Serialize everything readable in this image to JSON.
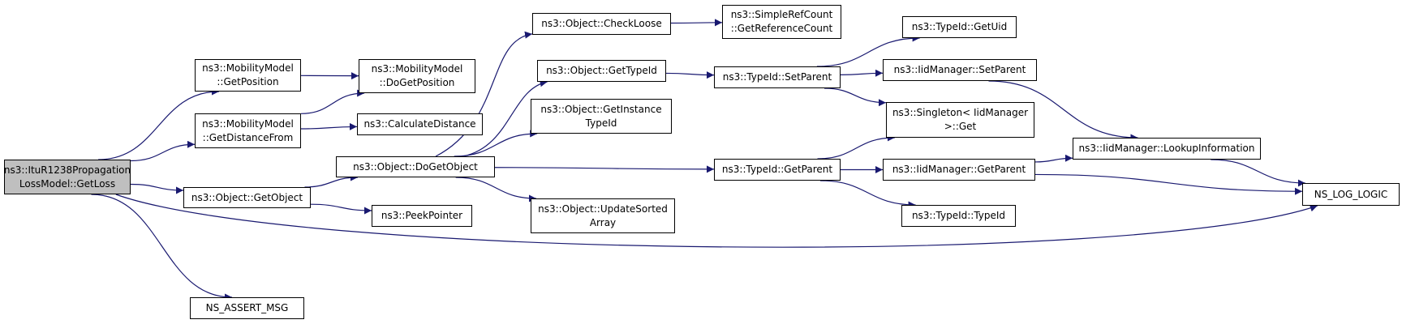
{
  "colors": {
    "edge": "#191970",
    "border": "#000000",
    "root_fill": "#bfbfbf",
    "node_fill": "#ffffff"
  },
  "nodes": [
    {
      "id": "getloss",
      "lines": [
        "ns3::ItuR1238Propagation",
        "LossModel::GetLoss"
      ],
      "root": true
    },
    {
      "id": "getposition",
      "lines": [
        "ns3::MobilityModel",
        "::GetPosition"
      ]
    },
    {
      "id": "getdistfrom",
      "lines": [
        "ns3::MobilityModel",
        "::GetDistanceFrom"
      ]
    },
    {
      "id": "getobject",
      "lines": [
        "ns3::Object::GetObject"
      ]
    },
    {
      "id": "assertmsg",
      "lines": [
        "NS_ASSERT_MSG"
      ]
    },
    {
      "id": "dogetposition",
      "lines": [
        "ns3::MobilityModel",
        "::DoGetPosition"
      ]
    },
    {
      "id": "calcdist",
      "lines": [
        "ns3::CalculateDistance"
      ]
    },
    {
      "id": "dogetobject",
      "lines": [
        "ns3::Object::DoGetObject"
      ]
    },
    {
      "id": "peekpointer",
      "lines": [
        "ns3::PeekPointer"
      ]
    },
    {
      "id": "checkloose",
      "lines": [
        "ns3::Object::CheckLoose"
      ]
    },
    {
      "id": "gettypeid",
      "lines": [
        "ns3::Object::GetTypeId"
      ]
    },
    {
      "id": "getinsttypeid",
      "lines": [
        "ns3::Object::GetInstance",
        "TypeId"
      ]
    },
    {
      "id": "updatesorted",
      "lines": [
        "ns3::Object::UpdateSorted",
        "Array"
      ]
    },
    {
      "id": "getrefcount",
      "lines": [
        "ns3::SimpleRefCount",
        "::GetReferenceCount"
      ]
    },
    {
      "id": "tid_setparent",
      "lines": [
        "ns3::TypeId::SetParent"
      ]
    },
    {
      "id": "tid_getparent",
      "lines": [
        "ns3::TypeId::GetParent"
      ]
    },
    {
      "id": "tid_getuid",
      "lines": [
        "ns3::TypeId::GetUid"
      ]
    },
    {
      "id": "iid_setparent",
      "lines": [
        "ns3::IidManager::SetParent"
      ]
    },
    {
      "id": "singleton_get",
      "lines": [
        "ns3::Singleton< IidManager",
        " >::Get"
      ]
    },
    {
      "id": "iid_getparent",
      "lines": [
        "ns3::IidManager::GetParent"
      ]
    },
    {
      "id": "tid_typeid",
      "lines": [
        "ns3::TypeId::TypeId"
      ]
    },
    {
      "id": "lookupinfo",
      "lines": [
        "ns3::IidManager::LookupInformation"
      ]
    },
    {
      "id": "loglogic",
      "lines": [
        "NS_LOG_LOGIC"
      ]
    }
  ],
  "edges": [
    [
      "getloss",
      "getposition"
    ],
    [
      "getloss",
      "getdistfrom"
    ],
    [
      "getloss",
      "getobject"
    ],
    [
      "getloss",
      "assertmsg"
    ],
    [
      "getloss",
      "loglogic"
    ],
    [
      "getposition",
      "dogetposition"
    ],
    [
      "getdistfrom",
      "dogetposition"
    ],
    [
      "getdistfrom",
      "calcdist"
    ],
    [
      "getobject",
      "dogetobject"
    ],
    [
      "getobject",
      "peekpointer"
    ],
    [
      "dogetobject",
      "checkloose"
    ],
    [
      "dogetobject",
      "gettypeid"
    ],
    [
      "dogetobject",
      "getinsttypeid"
    ],
    [
      "dogetobject",
      "updatesorted"
    ],
    [
      "dogetobject",
      "tid_getparent"
    ],
    [
      "checkloose",
      "getrefcount"
    ],
    [
      "gettypeid",
      "tid_setparent"
    ],
    [
      "tid_setparent",
      "tid_getuid"
    ],
    [
      "tid_setparent",
      "iid_setparent"
    ],
    [
      "tid_setparent",
      "singleton_get"
    ],
    [
      "tid_getparent",
      "singleton_get"
    ],
    [
      "tid_getparent",
      "iid_getparent"
    ],
    [
      "tid_getparent",
      "tid_typeid"
    ],
    [
      "iid_setparent",
      "lookupinfo"
    ],
    [
      "iid_getparent",
      "lookupinfo"
    ],
    [
      "iid_getparent",
      "loglogic"
    ],
    [
      "lookupinfo",
      "loglogic"
    ]
  ]
}
